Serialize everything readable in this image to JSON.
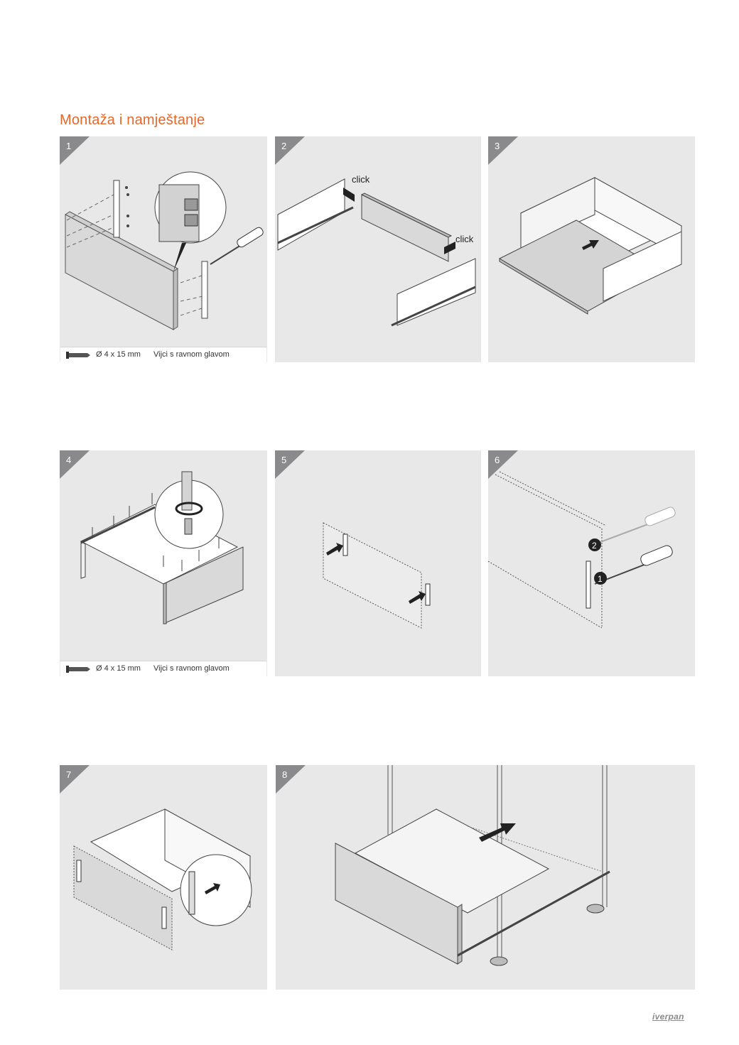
{
  "page": {
    "title": "Montaža i namještanje",
    "brand": "iverpan"
  },
  "steps": [
    {
      "number": "1",
      "screw": {
        "dimension": "Ø 4 x 15 mm",
        "description": "Vijci s ravnom glavom"
      }
    },
    {
      "number": "2",
      "labels": [
        "click",
        "click"
      ]
    },
    {
      "number": "3"
    },
    {
      "number": "4",
      "screw": {
        "dimension": "Ø 4 x 15 mm",
        "description": "Vijci s ravnom glavom"
      }
    },
    {
      "number": "5"
    },
    {
      "number": "6",
      "callouts": [
        "2",
        "1"
      ]
    },
    {
      "number": "7"
    },
    {
      "number": "8"
    }
  ],
  "colors": {
    "accent": "#e5672a",
    "panel_background": "#e8e8e9",
    "corner_tab": "#8a8a8c"
  }
}
